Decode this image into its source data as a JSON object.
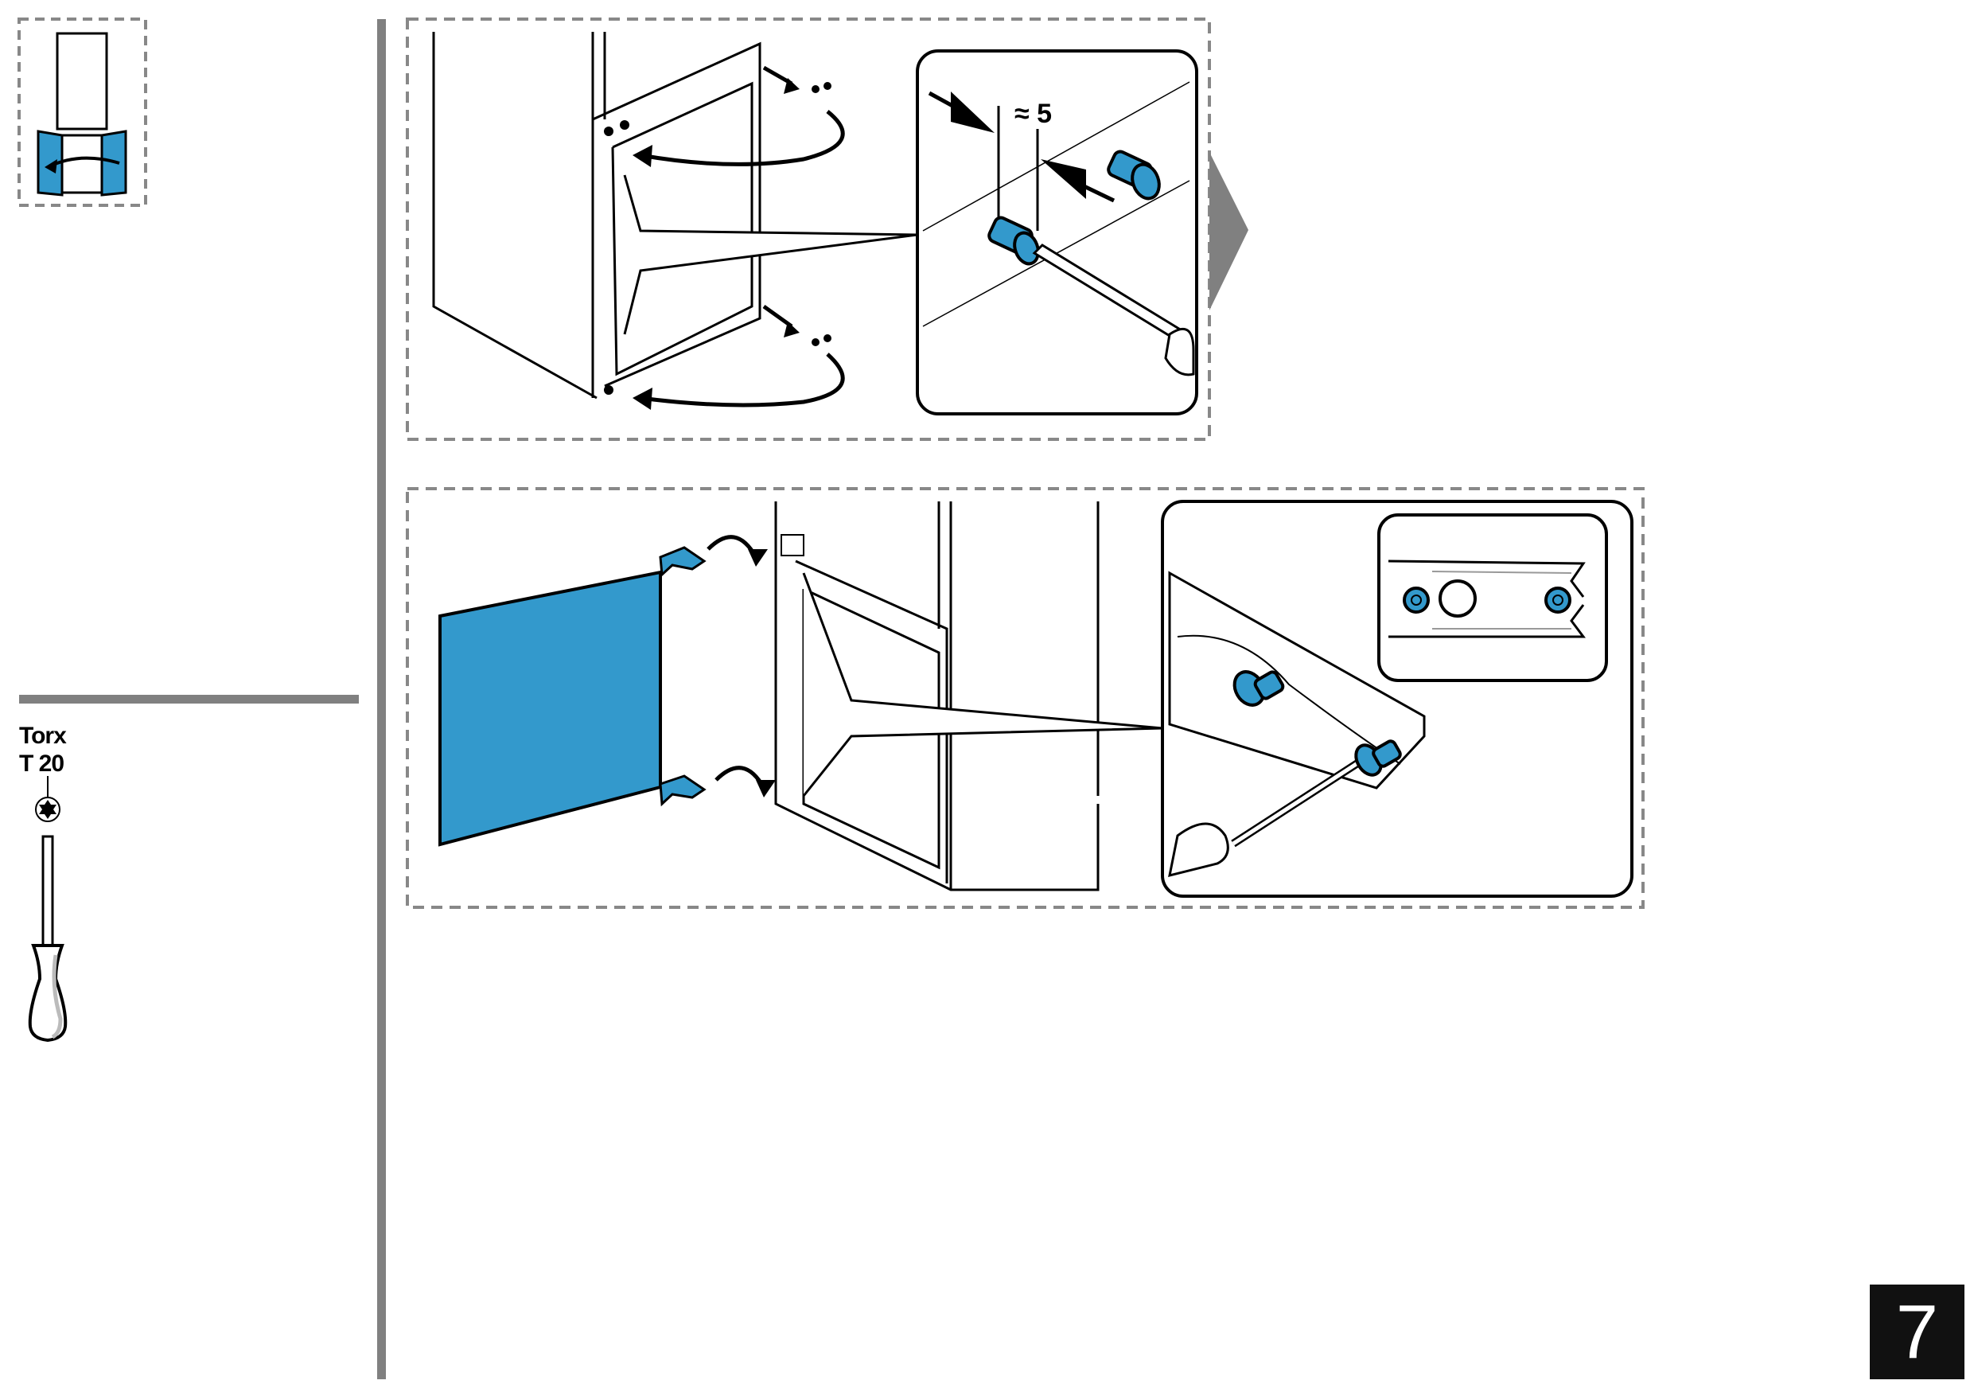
{
  "colors": {
    "accent": "#3399cc",
    "divider": "#808080",
    "page_box": "#111111"
  },
  "tool": {
    "name": "Torx",
    "size": "T 20",
    "icon": "torx-bit-icon"
  },
  "step1": {
    "dimension_label": "≈ 5"
  },
  "page": {
    "number": "7"
  }
}
